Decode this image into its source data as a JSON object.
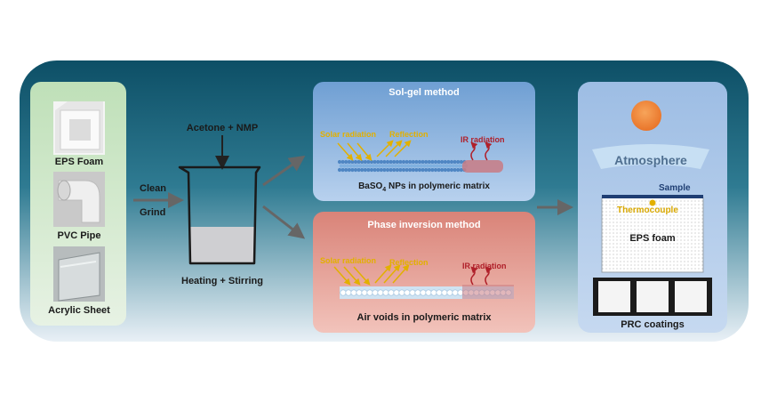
{
  "materials": {
    "eps_label": "EPS Foam",
    "pvc_label": "PVC Pipe",
    "acrylic_label": "Acrylic Sheet"
  },
  "process": {
    "clean_label": "Clean",
    "grind_label": "Grind",
    "solvent_label": "Acetone + NMP",
    "beaker_label": "Heating + Stirring"
  },
  "solgel": {
    "title": "Sol-gel method",
    "solar_label": "Solar radiation",
    "reflection_label": "Reflection",
    "ir_label": "IR radiation",
    "caption_prefix": "BaSO",
    "caption_sub": "4",
    "caption_suffix": " NPs in polymeric matrix"
  },
  "phase": {
    "title": "Phase inversion method",
    "solar_label": "Solar radiation",
    "reflection_label": "Reflection",
    "ir_label": "IR radiation",
    "caption": "Air voids in polymeric matrix"
  },
  "testing": {
    "atmosphere_label": "Atmosphere",
    "sample_label": "Sample",
    "thermocouple_label": "Thermocouple",
    "eps_label": "EPS foam",
    "coatings_label": "PRC coatings"
  },
  "colors": {
    "banner_dark": "#0d4f66",
    "banner_light": "#e6eef5",
    "materials_panel": "#c9e4c5",
    "solgel_panel": "#7fa9d6",
    "phase_panel": "#df9a90",
    "testing_panel": "#a9c4e6",
    "sun": "#f08a3c",
    "solar_text": "#e2b000",
    "ir_text": "#b0202a",
    "arrow_gray": "#666666"
  }
}
